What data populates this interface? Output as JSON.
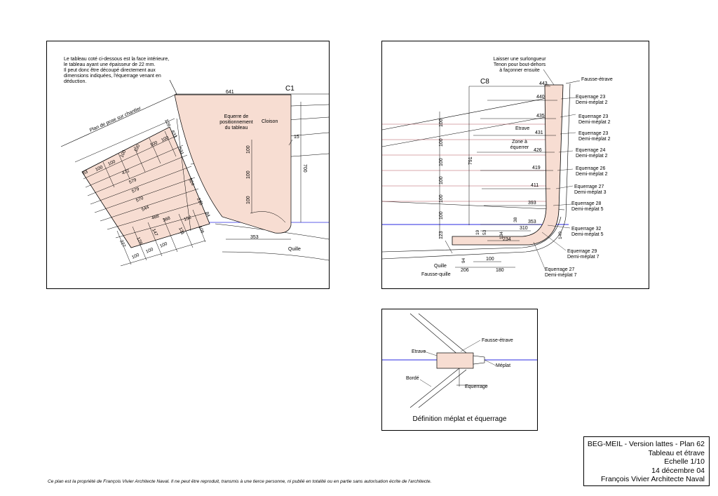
{
  "panel_tableau": {
    "note": "Le tableau coté ci-dessous est la face intérieure,\nle tableau ayant une épaisseur de 22 mm.\nIl peut donc être découpé directement aux\ndimensions indiquées, l'équerrage venant en\ndéduction.",
    "labels": {
      "plan_pose": "Plan de pose sur chantier",
      "c1": "C1",
      "cloison": "Cloison",
      "equerre": "Equerre de\npositionnement\ndu tableau",
      "quille": "Quille",
      "dim_641": "641",
      "dim_15": "15",
      "dim_700": "700",
      "dim_353": "353"
    },
    "vertical_dims": [
      "100",
      "100",
      "100"
    ],
    "plank_widths": [
      "472",
      "579",
      "579",
      "570",
      "544",
      "468",
      "368",
      "152"
    ],
    "top_offsets": [
      "63",
      "100",
      "100",
      "100",
      "100",
      "100",
      "100",
      "128"
    ],
    "side_offsets": [
      "633",
      "531",
      "524",
      "218",
      "84"
    ],
    "bottom_offsets": [
      "227",
      "128",
      "100",
      "147",
      "100",
      "100",
      "131",
      "106"
    ]
  },
  "panel_etrave": {
    "top_note": "Laisser une surlongueur\nTenon pour bout-dehors\nà façonner ensuite",
    "c8": "C8",
    "fausse_etrave": "Fausse-étrave",
    "etrave": "Etrave",
    "zone": "Zone à\néquerrer",
    "dim_791": "791",
    "quille": "Quille",
    "fausse_quille": "Fausse-quille",
    "stations": [
      "443",
      "440",
      "435",
      "431",
      "426",
      "419",
      "411",
      "393",
      "353",
      "310",
      "234"
    ],
    "equerrages": [
      "Equerrage 23\nDemi-méplat 2",
      "Equerrage 23\nDemi-méplat 2",
      "Equerrage 23\nDemi-méplat 2",
      "Equerrage 24\nDemi-méplat 2",
      "Equerrage 26\nDemi-méplat 2",
      "Equerrage 27\nDemi-méplat 3",
      "Equerrage 28\nDemi-méplat 5",
      "Equerrage 32\nDemi-méplat 5",
      "Equerrage 29\nDemi-méplat 7",
      "Equerrage 27\nDemi-méplat 7"
    ],
    "left_dims": [
      "100",
      "100",
      "100",
      "100",
      "100",
      "100",
      "123"
    ],
    "small_dims": [
      "38",
      "140",
      "19",
      "53",
      "134",
      "94"
    ],
    "bottom_dims": [
      "206",
      "180",
      "100"
    ]
  },
  "panel_definition": {
    "fausse_etrave": "Fausse-étrave",
    "etrave": "Etrave",
    "meplat": "Méplat",
    "borde": "Bordé",
    "equerrage": "Equerrage",
    "caption": "Définition méplat et équerrage"
  },
  "cartouche": {
    "line1": "BEG-MEIL - Version lattes - Plan 62",
    "line2": "Tableau et étrave",
    "line3": "Echelle 1/10",
    "line4": "14 décembre 04",
    "line5": "François Vivier Architecte Naval"
  },
  "footer": "Ce plan est la propriété de François Vivier Architecte Naval. Il ne peut être reproduit, transmis à une tierce personne, ni publié en totalité ou en partie sans autorisation écrite de l'architecte.",
  "colors": {
    "fill": "#f7ddd2",
    "waterline": "#2a2ae0",
    "station": "#b4555c"
  }
}
